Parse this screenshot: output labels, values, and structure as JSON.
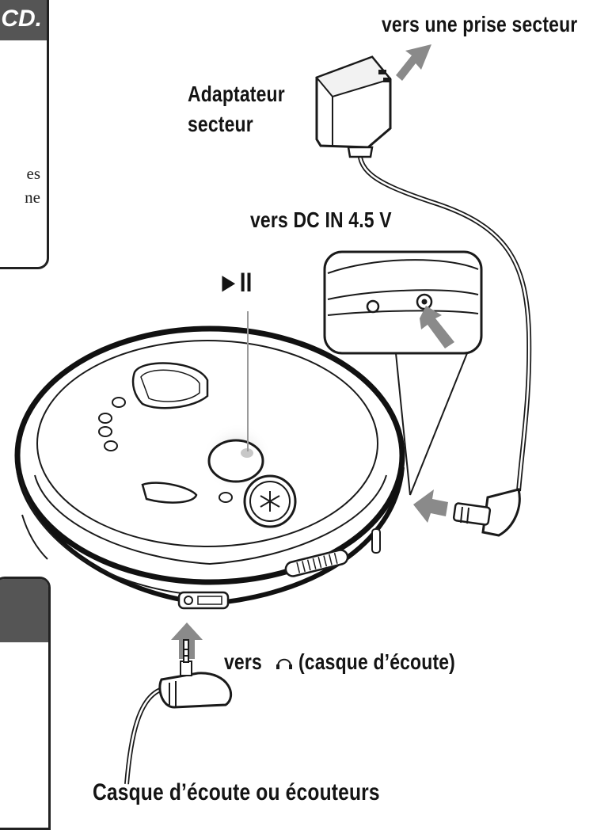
{
  "labels": {
    "prise_secteur": "vers une prise secteur",
    "adaptateur_line1": "Adaptateur",
    "adaptateur_line2": "secteur",
    "dc_in": "vers DC IN 4.5 V",
    "play_pause": "►II",
    "casque_prefix": "vers",
    "casque_suffix": "(casque d’écoute)",
    "casque_ecouteurs": "Casque d’écoute ou écouteurs"
  },
  "side_panel": {
    "heading_fragment": "CD.",
    "text_line1": "es",
    "text_line2": "ne"
  },
  "icons": {
    "headphone": "headphone-icon",
    "arrow": "arrow-icon"
  },
  "colors": {
    "arrow_fill": "#8a8a8a",
    "panel_header": "#555555",
    "line": "#1a1a1a"
  }
}
